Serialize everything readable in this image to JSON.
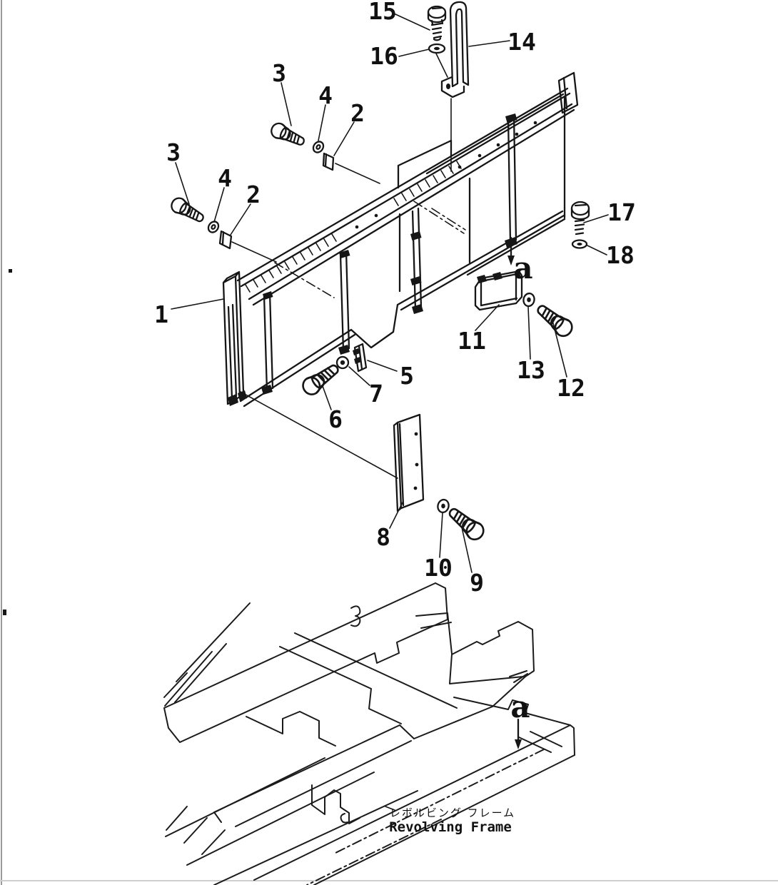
{
  "figure": {
    "caption_jp": "レボルビング フレーム",
    "caption_en": "Revolving Frame",
    "section_marker": "a"
  },
  "colors": {
    "ink": "#161616",
    "paper": "#ffffff"
  },
  "callouts": {
    "n1": "1",
    "n2": "2",
    "n3": "3",
    "n4": "4",
    "n5": "5",
    "n6": "6",
    "n7": "7",
    "n8": "8",
    "n9": "9",
    "n10": "10",
    "n11": "11",
    "n12": "12",
    "n13": "13",
    "n14": "14",
    "n15": "15",
    "n16": "16",
    "n17": "17",
    "n18": "18",
    "a": "a"
  }
}
